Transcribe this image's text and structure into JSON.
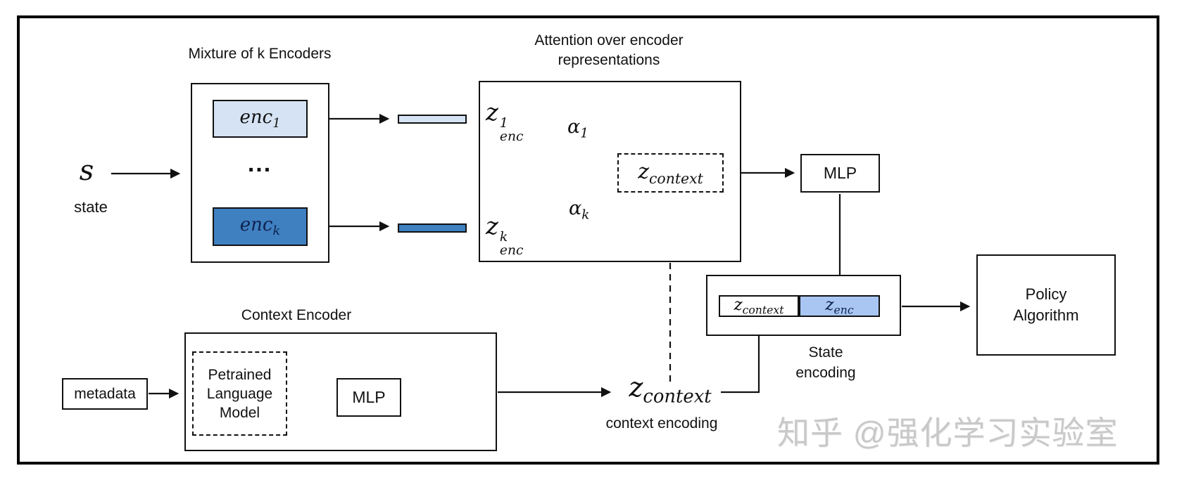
{
  "diagram": {
    "state_input": {
      "symbol": "s",
      "caption": "state"
    },
    "mixture": {
      "title": "Mixture of k Encoders",
      "enc1": {
        "base": "enc",
        "sub": "1"
      },
      "dots": "...",
      "enck": {
        "base": "enc",
        "sub": "k"
      }
    },
    "attention": {
      "title_line1": "Attention over encoder",
      "title_line2": "representations",
      "z1": {
        "base": "z",
        "sup": "1",
        "sub": "enc"
      },
      "zk": {
        "base": "z",
        "sup": "k",
        "sub": "enc"
      },
      "alpha1": {
        "base": "α",
        "sub": "1"
      },
      "alphak": {
        "base": "α",
        "sub": "k"
      },
      "z_context": {
        "base": "z",
        "sub": "context"
      }
    },
    "mlp_top": {
      "label": "MLP"
    },
    "state_encoding": {
      "z_context_cell": {
        "base": "z",
        "sub": "context"
      },
      "z_enc_cell": {
        "base": "z",
        "sub": "enc"
      },
      "caption_line1": "State",
      "caption_line2": "encoding"
    },
    "policy": {
      "line1": "Policy",
      "line2": "Algorithm"
    },
    "context_encoder": {
      "title": "Context Encoder",
      "metadata_label": "metadata",
      "plm_line1": "Petrained",
      "plm_line2": "Language",
      "plm_line3": "Model",
      "mlp_label": "MLP"
    },
    "context_output": {
      "z_context": {
        "base": "z",
        "sub": "context"
      },
      "caption": "context encoding"
    }
  },
  "watermark": "知乎 @强化学习实验室",
  "colors": {
    "encoder_light_blue": "#d5e3f4",
    "encoder_dark_blue": "#3f80c1",
    "state_cell_blue": "#a9c6f2",
    "line_black": "#111111",
    "watermark_gray": "#c9c9c9",
    "navy_text": "#10234f"
  }
}
